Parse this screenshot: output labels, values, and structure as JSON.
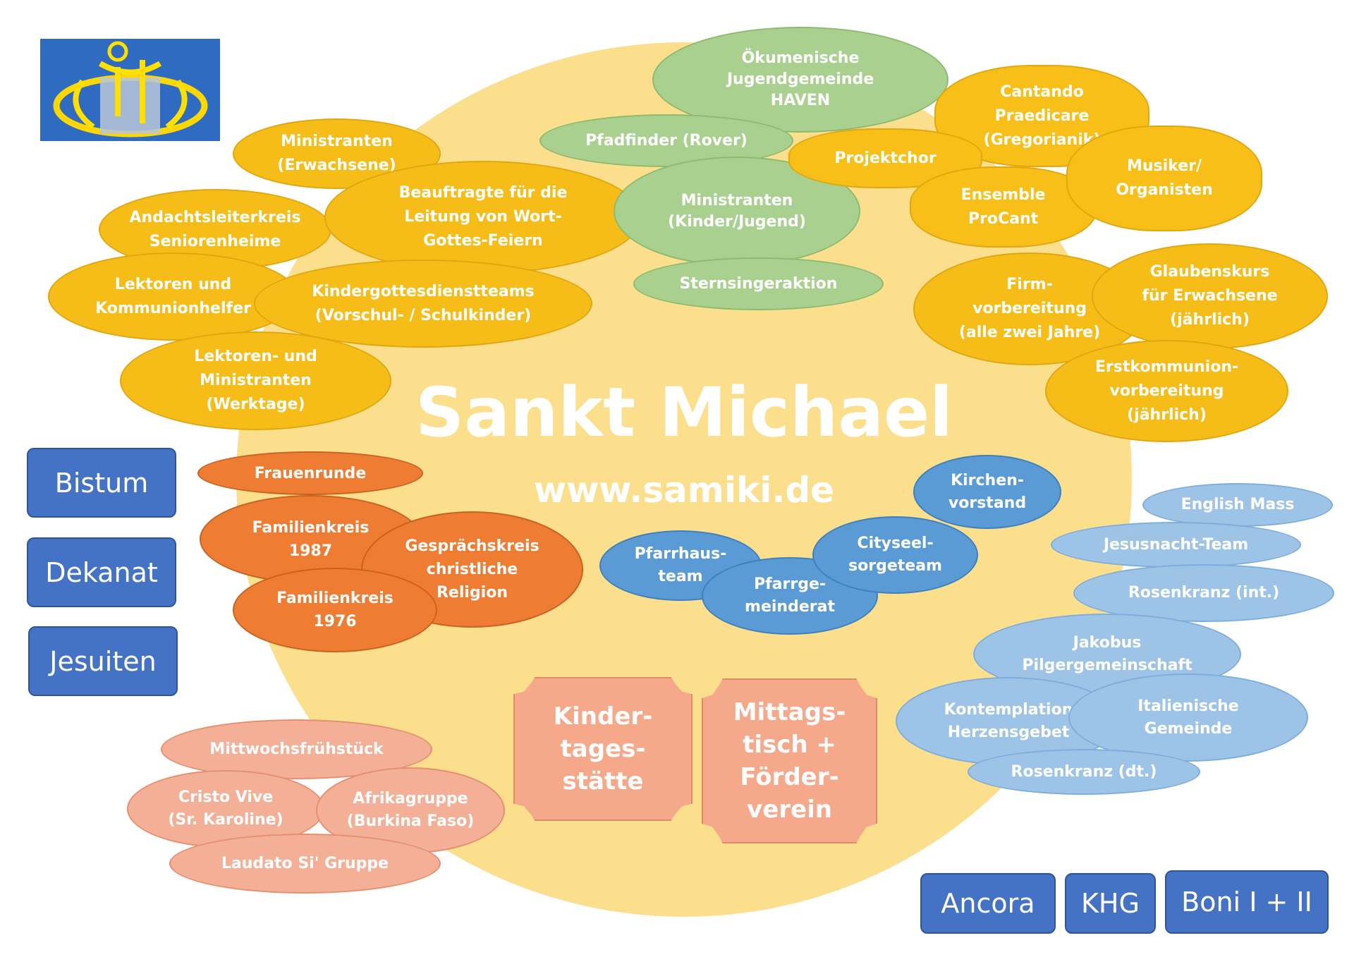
{
  "title": "Sankt Michael",
  "url": "www.samiki.de",
  "colors": {
    "circle": "#fcdf8c",
    "yellow": "#f6bc18",
    "green": "#a9d08e",
    "orange": "#ee7d33",
    "salmon": "#f4b097",
    "blue": "#5b9bd5",
    "light_blue": "#9dc3e6",
    "link_box": "#4472c4"
  },
  "logo": {
    "icon": "parish-logo-icon"
  },
  "groups": {
    "yellow": [
      "Ministranten\n(Erwachsene)",
      "Andachtsleiterkreis\nSeniorenheime",
      "Beauftragte für die\nLeitung von Wort-\nGottes-Feiern",
      "Lektoren und\nKommunionhelfer",
      "Kindergottesdienstteams\n(Vorschul- / Schulkinder)",
      "Lektoren- und\nMinistranten\n(Werktage)"
    ],
    "green": [
      "Ökumenische\nJugendgemeinde\nHAVEN",
      "Pfadfinder (Rover)",
      "Ministranten\n(Kinder/Jugend)",
      "Sternsingeraktion"
    ],
    "music": [
      "Cantando\nPraedicare\n(Gregorianik)",
      "Projektchor",
      "Ensemble\nProCant",
      "Musiker/\nOrganisten"
    ],
    "sacraments": [
      "Firm-\nvorbereitung\n(alle zwei Jahre)",
      "Glaubenskurs\nfür Erwachsene\n(jährlich)",
      "Erstkommunion-\nvorbereitung\n(jährlich)"
    ],
    "orange": [
      "Frauenrunde",
      "Familienkreis\n1987",
      "Gesprächskreis\nchristliche\nReligion",
      "Familienkreis\n1976"
    ],
    "blue": [
      "Pfarrhaus-\nteam",
      "Pfarrge-\nmeinderat",
      "Cityseel-\nsorgeteam",
      "Kirchen-\nvorstand"
    ],
    "light_blue": [
      "English Mass",
      "Jesusnacht-Team",
      "Rosenkranz (int.)",
      "Jakobus\nPilgergemeinschaft",
      "Kontemplation\nHerzensgebet",
      "Italienische\nGemeinde",
      "Rosenkranz (dt.)"
    ],
    "salmon": [
      "Mittwochsfrühstück",
      "Cristo Vive\n(Sr. Karoline)",
      "Afrikagruppe\n(Burkina Faso)",
      "Laudato Si' Gruppe"
    ],
    "institutions": [
      "Kinder-\ntages-\nstätte",
      "Mittags-\ntisch +\nFörder-\nverein"
    ]
  },
  "links": {
    "left": [
      "Bistum",
      "Dekanat",
      "Jesuiten"
    ],
    "bottom": [
      "Ancora",
      "KHG",
      "Boni I + II"
    ]
  }
}
